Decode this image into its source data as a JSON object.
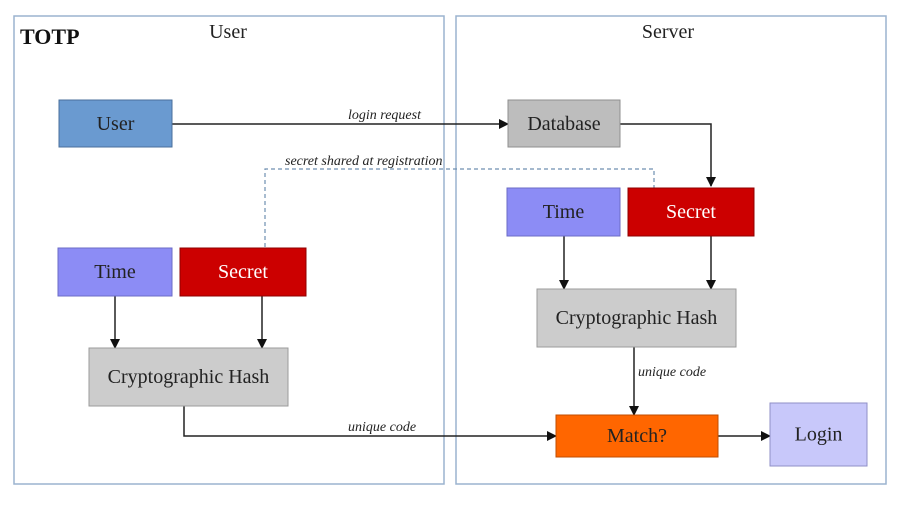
{
  "title": "TOTP",
  "panels": {
    "user": "User",
    "server": "Server"
  },
  "colors": {
    "user_box": "#6a9ad0",
    "time_box": "#8c8cf5",
    "secret_box": "#cc0000",
    "hash_box": "#cccccc",
    "database_box": "#bdbdbd",
    "match_box": "#ff6600",
    "login_box": "#c8c8fa",
    "panel_border": "#9bb3cf",
    "dashed_line": "#6f8fb0"
  },
  "nodes": {
    "user": "User",
    "database": "Database",
    "client_time": "Time",
    "client_secret": "Secret",
    "client_hash": "Cryptographic Hash",
    "server_time": "Time",
    "server_secret": "Secret",
    "server_hash": "Cryptographic Hash",
    "match": "Match?",
    "login": "Login"
  },
  "edges": {
    "login_request": "login request",
    "secret_shared": "secret shared at registration",
    "server_unique_code": "unique code",
    "client_unique_code": "unique code"
  }
}
